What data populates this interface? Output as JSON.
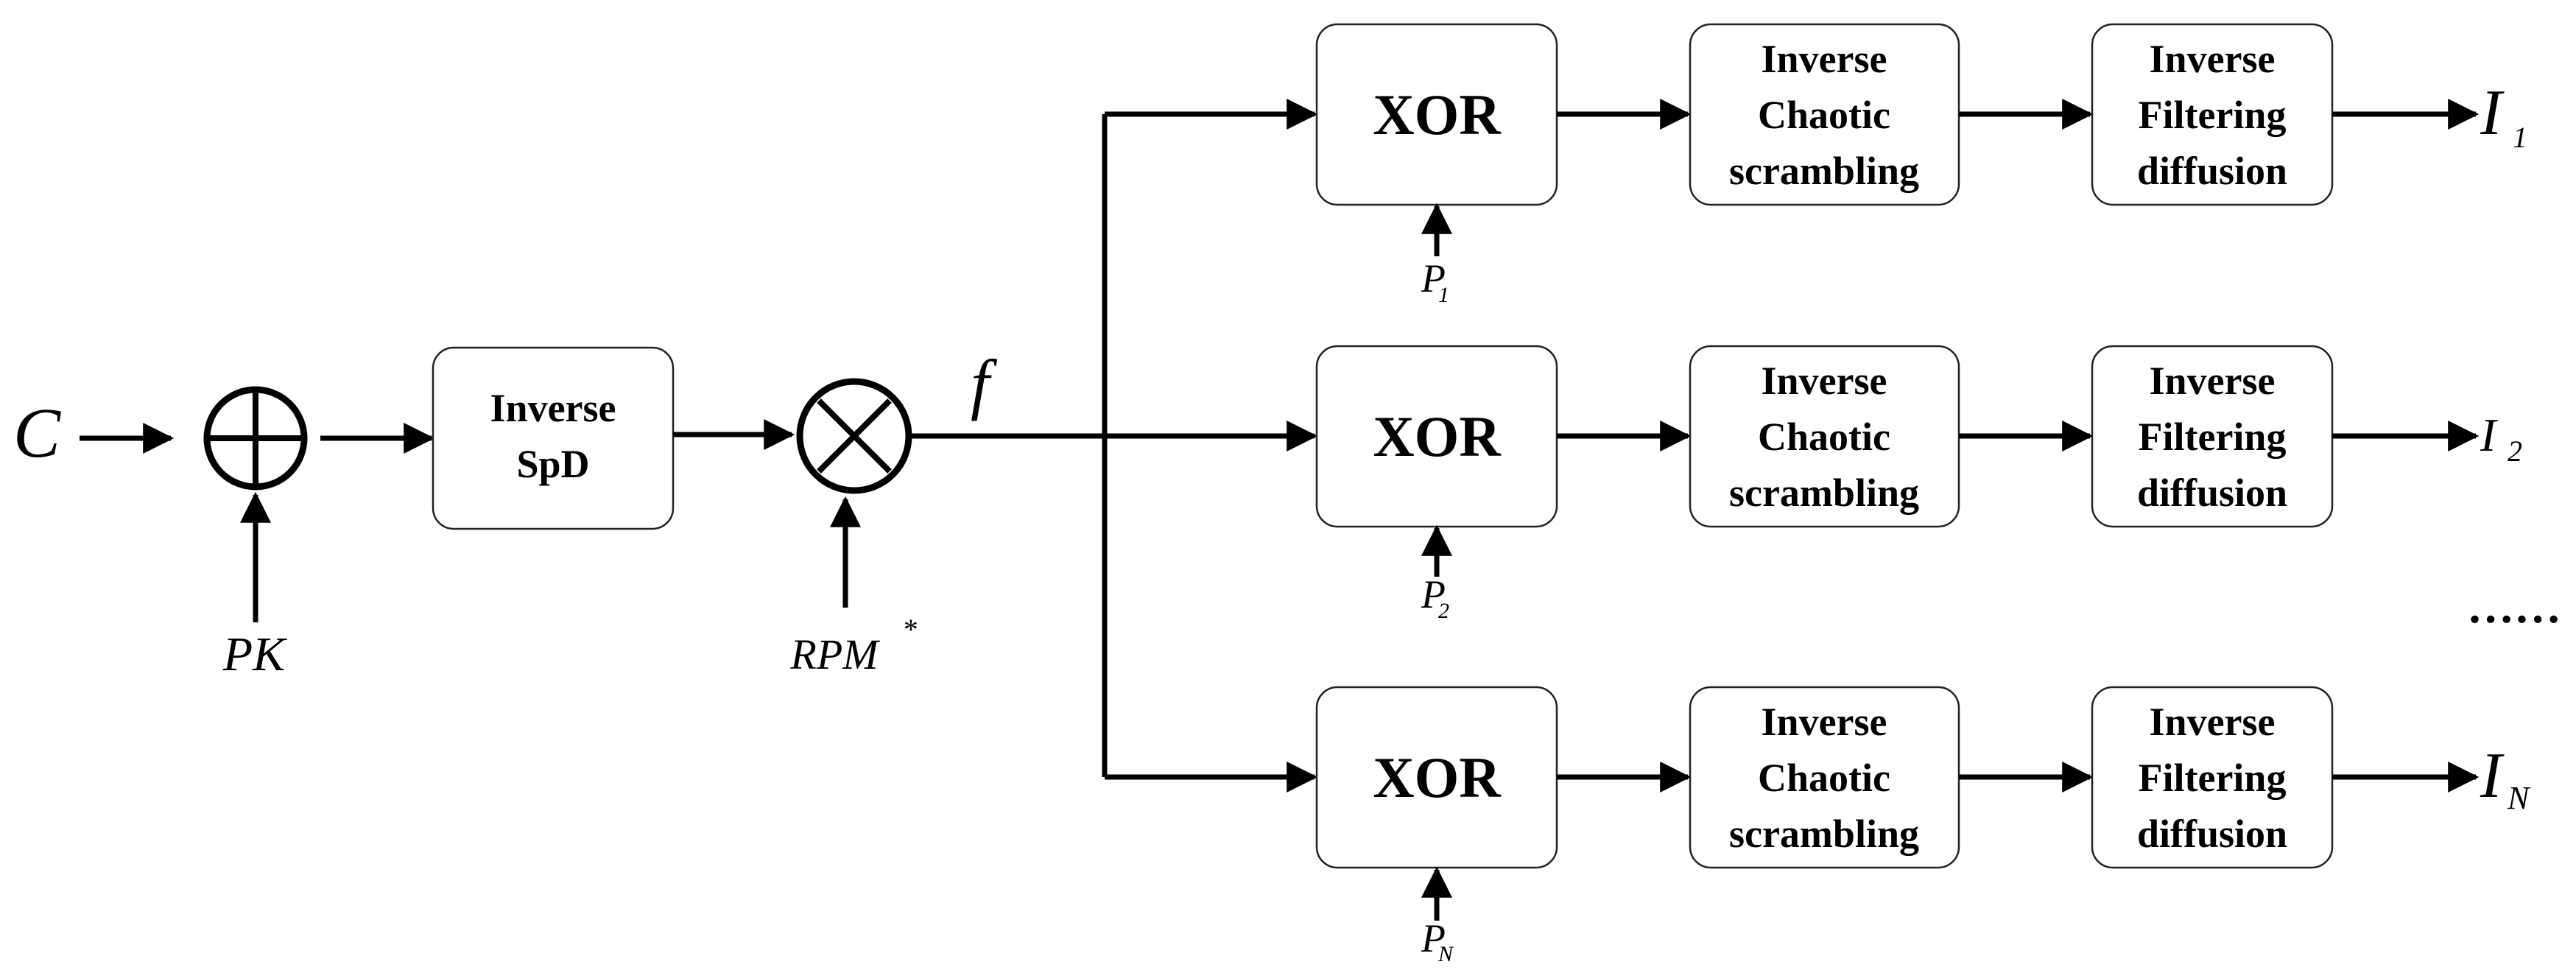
{
  "input_label": "C",
  "key_label": "PK",
  "mask_label": "RPM",
  "mask_superscript": "*",
  "inverse_spd_lines": [
    "Inverse",
    "SpD"
  ],
  "signal_label": "f",
  "ellipsis": "……",
  "branches": [
    {
      "xor_label": "XOR",
      "key_base": "P",
      "key_sub": "1",
      "scramble_lines": [
        "Inverse",
        "Chaotic",
        "scrambling"
      ],
      "diffusion_lines": [
        "Inverse",
        "Filtering",
        "diffusion"
      ],
      "output_base": "I",
      "output_sub": "1"
    },
    {
      "xor_label": "XOR",
      "key_base": "P",
      "key_sub": "2",
      "scramble_lines": [
        "Inverse",
        "Chaotic",
        "scrambling"
      ],
      "diffusion_lines": [
        "Inverse",
        "Filtering",
        "diffusion"
      ],
      "output_base": "I",
      "output_sub": "2"
    },
    {
      "xor_label": "XOR",
      "key_base": "P",
      "key_sub": "N",
      "scramble_lines": [
        "Inverse",
        "Chaotic",
        "scrambling"
      ],
      "diffusion_lines": [
        "Inverse",
        "Filtering",
        "diffusion"
      ],
      "output_base": "I",
      "output_sub": "N"
    }
  ]
}
